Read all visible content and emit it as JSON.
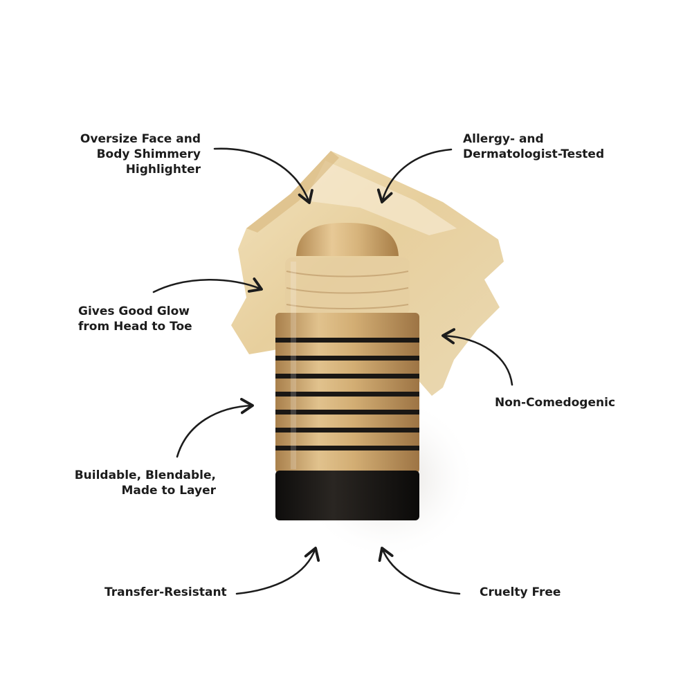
{
  "callouts": {
    "oversize": {
      "line1": "Oversize Face and",
      "line2": "Body Shimmery",
      "line3": "Highlighter"
    },
    "allergy": {
      "line1": "Allergy- and",
      "line2": "Dermatologist-Tested"
    },
    "glow": {
      "line1": "Gives Good Glow",
      "line2": "from Head to Toe"
    },
    "noncomedogenic": {
      "line1": "Non-Comedogenic"
    },
    "buildable": {
      "line1": "Buildable, Blendable,",
      "line2": "Made to Layer"
    },
    "transfer": {
      "line1": "Transfer-Resistant"
    },
    "cruelty": {
      "line1": "Cruelty Free"
    }
  },
  "colors": {
    "background": "#ffffff",
    "text": "#1c1c1c",
    "arrow": "#1c1c1c",
    "swatch_gold": "#e8d2a2",
    "product_gold": "#c9a46c",
    "cap_black": "#151412"
  },
  "icons": {
    "arrows": "curved-arrow-icon",
    "swatch": "shimmer-swatch",
    "product": "highlighter-stick"
  }
}
